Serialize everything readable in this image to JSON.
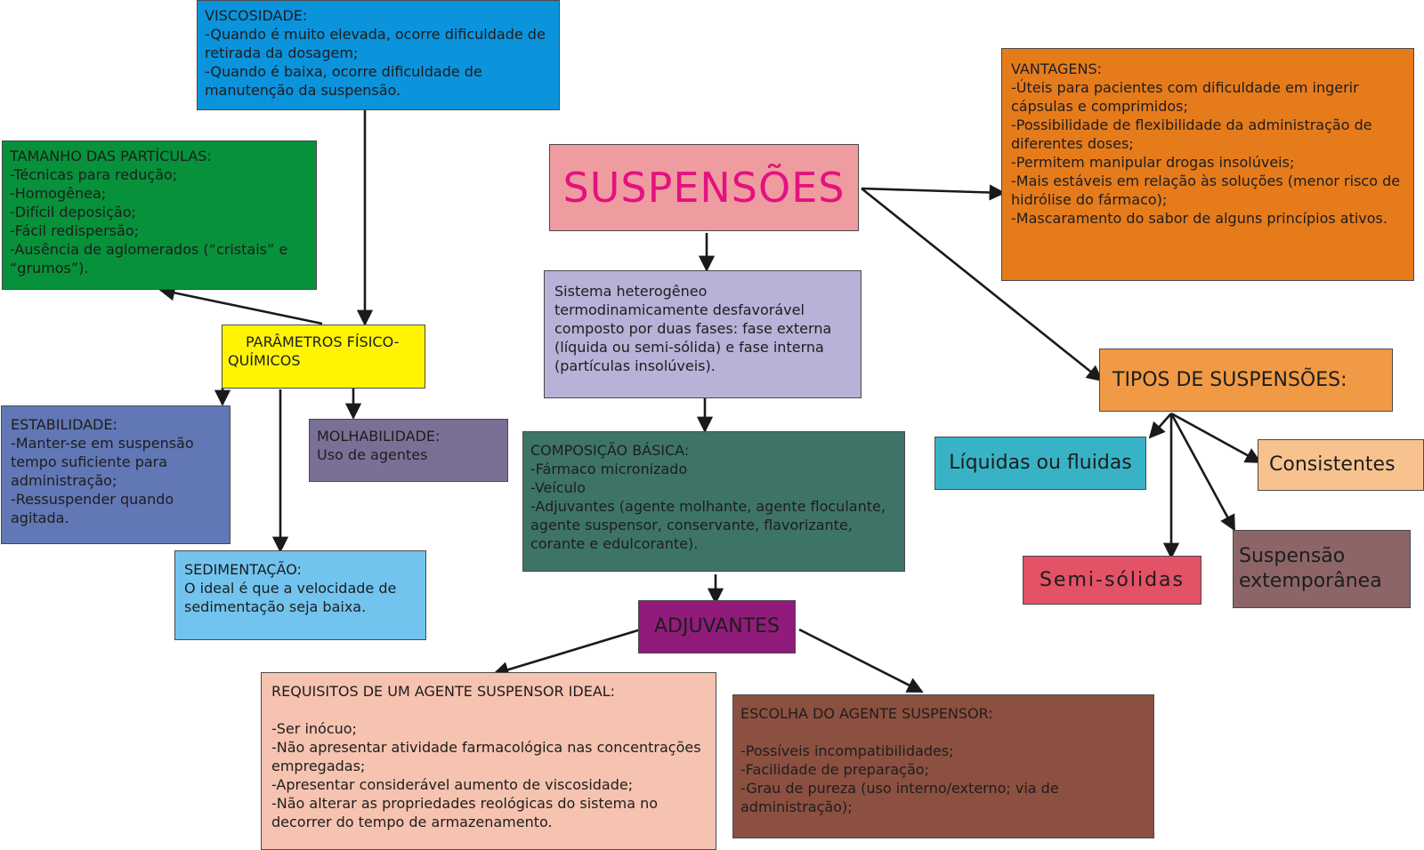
{
  "diagram": {
    "title": "SUSPENSÕES",
    "definition": "Sistema heterogêneo termodinamicamente desfavorável composto por duas fases: fase externa (líquida ou semi-sólida) e fase interna (partículas insolúveis).",
    "viscosidade": {
      "heading": "VISCOSIDADE:",
      "lines": [
        "-Quando é muito elevada, ocorre dificuldade de retirada da dosagem;",
        "-Quando é baixa, ocorre dificuldade de manutenção da suspensão."
      ]
    },
    "tamanho": {
      "heading": "TAMANHO DAS PARTÍCULAS:",
      "lines": [
        "-Técnicas para redução;",
        "-Homogênea;",
        "-Difícil deposição;",
        "-Fácil redispersão;",
        "-Ausência de aglomerados (“cristais” e “grumos”)."
      ]
    },
    "parametros": {
      "label": "PARÂMETROS FÍSICO-QUÍMICOS"
    },
    "estabilidade": {
      "heading": "ESTABILIDADE:",
      "lines": [
        "-Manter-se em suspensão tempo suficiente para administração;",
        "-Ressuspender quando agitada."
      ]
    },
    "molhabilidade": {
      "heading": "MOLHABILIDADE:",
      "lines": [
        "Uso de agentes"
      ]
    },
    "sedimentacao": {
      "heading": "SEDIMENTAÇÃO:",
      "lines": [
        "O ideal é que a velocidade de sedimentação seja baixa."
      ]
    },
    "composicao": {
      "heading": "COMPOSIÇÃO BÁSICA:",
      "lines": [
        "-Fármaco micronizado",
        "-Veículo",
        "-Adjuvantes (agente molhante, agente floculante, agente suspensor, conservante, flavorizante, corante e edulcorante)."
      ]
    },
    "adjuvantes": {
      "label": "ADJUVANTES"
    },
    "requisitos": {
      "heading": "REQUISITOS DE UM AGENTE SUSPENSOR IDEAL:",
      "lines": [
        "-Ser inócuo;",
        "-Não apresentar atividade farmacológica nas concentrações empregadas;",
        "-Apresentar considerável aumento de viscosidade;",
        "-Não alterar as propriedades reológicas do sistema no decorrer do tempo de armazenamento."
      ]
    },
    "escolha": {
      "heading": "ESCOLHA DO AGENTE SUSPENSOR:",
      "lines": [
        "-Possíveis incompatibilidades;",
        "-Facilidade de preparação;",
        "-Grau de pureza (uso interno/externo; via de administração);"
      ]
    },
    "vantagens": {
      "heading": "VANTAGENS:",
      "lines": [
        "-Úteis para pacientes com dificuldade em ingerir cápsulas e comprimidos;",
        "-Possibilidade de flexibilidade da administração de diferentes doses;",
        "-Permitem manipular drogas insolúveis;",
        "-Mais estáveis em relação às soluções (menor risco de hidrólise do fármaco);",
        "-Mascaramento do sabor de alguns princípios ativos."
      ]
    },
    "tipos": {
      "label": "TIPOS DE SUSPENSÕES:",
      "liquidas": "Líquidas ou fluidas",
      "consistentes": "Consistentes",
      "semisolidas": "Semi-sólidas",
      "extemporanea": "Suspensão extemporânea"
    }
  },
  "colors": {
    "viscosidade": "#0b93dc",
    "tamanho": "#07913a",
    "parametros": "#fff500",
    "estabilidade": "#6277b5",
    "molhabilidade": "#7a7096",
    "sedimentacao": "#72c4ef",
    "title_box": "#ef9ca1",
    "title_text": "#e3127e",
    "definition": "#b9b1d7",
    "composicao": "#3e7468",
    "adjuvantes": "#911b7a",
    "requisitos": "#f6c3b0",
    "escolha": "#8c5040",
    "vantagens": "#e67b1c",
    "tipos": "#f19a45",
    "liquidas": "#38b3c6",
    "consistentes": "#f8c28f",
    "semisolidas": "#e35266",
    "extemporanea": "#8d6567",
    "arrow": "#1a1a1a"
  }
}
